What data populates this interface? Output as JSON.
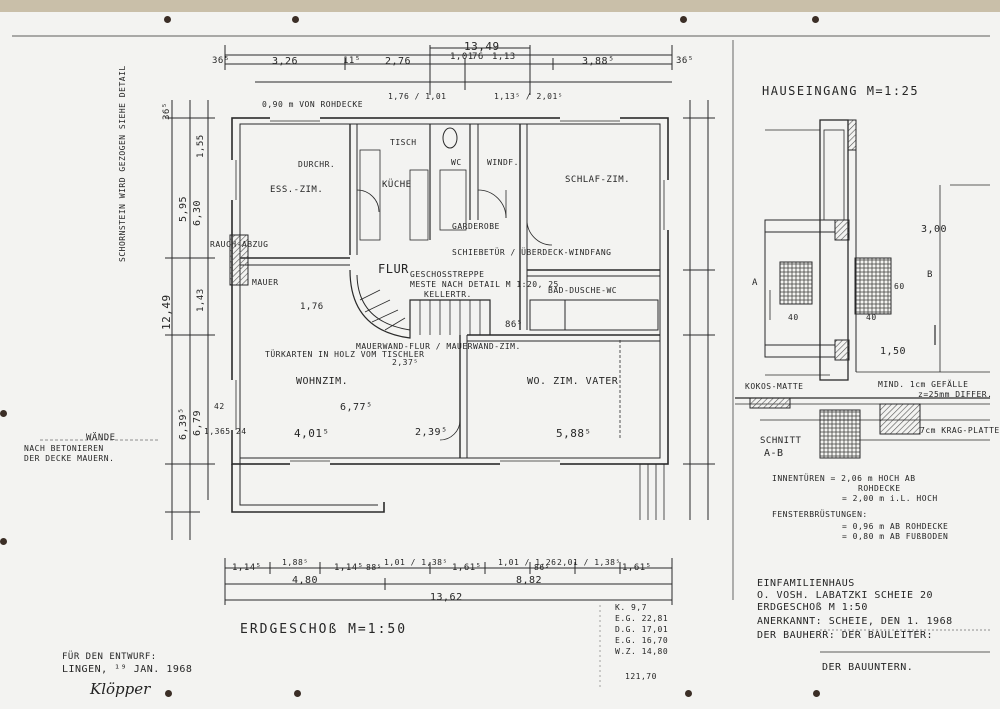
{
  "texts": {
    "top_total": "13,49",
    "top_365_left": "36⁵",
    "top_326": "3,26",
    "top_115_a": "11⁵",
    "top_276": "2,76",
    "top_101": "1,01",
    "top_76": "76",
    "top_113": "1,13",
    "top_388": "3,88⁵",
    "top_365_right": "36⁵",
    "ceiling_note": "0,90 m VON ROHDECKE",
    "tuer_176": "1,76 / 1,01",
    "tuer_113": "1,13⁵ / 2,01⁵",
    "hauseingang": "HAUSEINGANG M=1:25",
    "room_ess": "ESS.-ZIM.",
    "room_durch": "DURCHR.",
    "room_tisch": "TISCH",
    "room_kueche": "KÜCHE",
    "room_wc": "WC",
    "room_windf": "WINDF.",
    "room_schlaf": "SCHLAF-ZIM.",
    "room_flur": "FLUR",
    "room_garderobe": "GARDEROBE",
    "note_ueberdeck": "SCHIEBETÜR / ÜBERDECK-WINDFANG",
    "note_geschoss": "GESCHOSSTREPPE",
    "note_meste": "MESTE NACH DETAIL M 1:20, 25",
    "note_kellertr": "KELLERTR.",
    "room_bad": "BAD-DUSCHE-WC",
    "room_wohn": "WOHNZIM.",
    "room_wozim_vater": "WO. ZIM. VATER",
    "note_tuerkarten": "TÜRKARTEN IN HOLZ VOM TISCHLER",
    "note_mauerwand": "MAUERWAND-FLUR / MAUERWAND-ZIM.",
    "note_rauch": "RAUCH-ABZUG",
    "note_mauer": "MAUER",
    "dim_677": "6,77⁵",
    "dim_401": "4,01⁵",
    "dim_239": "2,39⁵",
    "dim_588": "5,88⁵",
    "dim_176": "1,76",
    "dim_86": "86⁵",
    "dim_237": "2,37⁵",
    "dim_42": "42",
    "dim_2365": "1,365 24",
    "left_dim_1249": "12,49",
    "left_dim_595": "5,95",
    "left_dim_630": "6,30",
    "left_dim_639": "6,39⁵",
    "left_dim_679": "6,79",
    "left_dim_155": "1,55",
    "left_dim_143": "1,43",
    "left_dim_365": "36⁵",
    "left_note_schornstein": "SCHORNSTEIN WIRD GEZOGEN SIEHE DETAIL",
    "walls_note_1": "WÄNDE",
    "walls_note_2": "NACH BETONIEREN",
    "walls_note_3": "DER DECKE MAUERN.",
    "bottom_114_a": "1,14⁵",
    "bottom_188_a": "1,88⁵",
    "bottom_114_b": "1,14⁵",
    "bottom_88": "88⁵",
    "bottom_101": "1,01 / 1,38⁵",
    "bottom_161_a": "1,61⁵",
    "bottom_101_b": "1,01 / 1,26",
    "bottom_86": "86⁵",
    "bottom_201": "2,01 / 1,38⁵",
    "bottom_161_b": "1,61⁵",
    "bottom_480": "4,80",
    "bottom_882": "8,82",
    "bottom_total": "13,62",
    "erdgeschoss_title": "ERDGESCHOß M=1:50",
    "sig_line_1": "FÜR DEN ENTWURF:",
    "sig_line_2": "LINGEN, ¹⁹ JAN. 1968",
    "signature": "Klöpper",
    "sec_kokos": "KOKOS-MATTE",
    "sec_gefaelle": "MIND. 1cm GEFÄLLE",
    "sec_differ": "z=25mm DIFFER.",
    "sec_kragplatte": "7cm KRAG-PLATTE",
    "sec_schnitt": "SCHNITT",
    "sec_ab": "A-B",
    "sec_300": "3,00",
    "sec_150": "1,50",
    "sec_40a": "40",
    "sec_40b": "40",
    "sec_60": "60",
    "sec_a": "A",
    "sec_b": "B",
    "note_innentueren_1": "INNENTÜREN = 2,06 m HOCH AB",
    "note_innentueren_2": "ROHDECKE",
    "note_innentueren_3": "= 2,00 m i.L. HOCH",
    "note_fenster_1": "FENSTERBRÜSTUNGEN:",
    "note_fenster_2": "= 0,96 m AB ROHDECKE",
    "note_fenster_3": "= 0,80 m AB FUßBODEN",
    "block_1": "EINFAMILIENHAUS",
    "block_2": "O. VOSH. LABATZKI   SCHEIE 20",
    "block_3": "ERDGESCHOß M 1:50",
    "block_4": "ANERKANNT:   SCHEIE, DEN      1. 1968",
    "block_5": "DER BAUHERR:   DER BAULEITER:",
    "block_6": "DER BAUUNTERN.",
    "table_rows": [
      "K.  9,7",
      "E.G. 22,81",
      "D.G. 17,01",
      "E.G. 16,70",
      "W.Z. 14,80",
      "121,70"
    ]
  },
  "colors": {
    "ink": "#2a2a2a",
    "paper": "#f3f3f1",
    "paper_edge": "#c9bfa9",
    "hole": "#3b2e26",
    "hatch": "#555555"
  }
}
